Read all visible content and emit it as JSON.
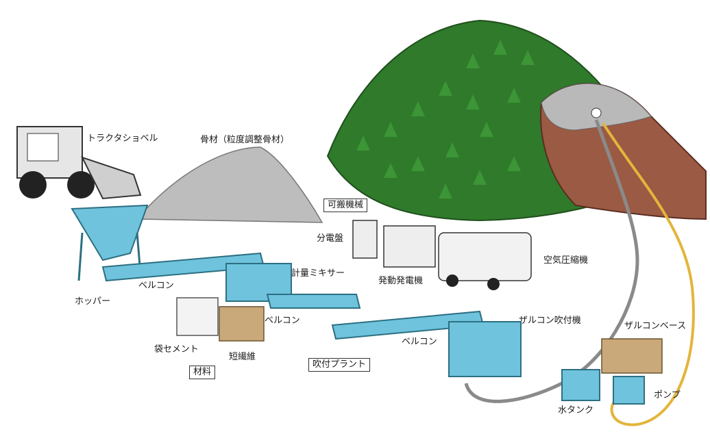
{
  "labels": {
    "tractor_shovel": "トラクタショベル",
    "aggregate": "骨材（粒度調整骨材）",
    "portable_machinery": "可搬機械",
    "distribution_board": "分電盤",
    "air_compressor": "空気圧縮機",
    "measuring_mixer": "計量ミキサー",
    "generator": "発動発電機",
    "hopper": "ホッパー",
    "belt_conveyor_1": "ベルコン",
    "belt_conveyor_2": "ベルコン",
    "belt_conveyor_3": "ベルコン",
    "bagged_cement": "袋セメント",
    "short_fiber": "短繊維",
    "materials": "材料",
    "spraying_plant": "吹付プラント",
    "zarcon_sprayer": "ザルコン吹付機",
    "zarcon_base": "ザルコンベース",
    "water_tank": "水タンク",
    "pump": "ポンプ"
  },
  "colors": {
    "forest_green": "#2f7a2b",
    "slope_brown": "#9b5a43",
    "sprayed_gray": "#b9b9b9",
    "machine_blue": "#6fc3dc",
    "hose_yellow": "#e3b53c",
    "hose_gray": "#8a8a8a",
    "aggregate_gray": "#bdbdbd",
    "bag_tan": "#c9a879"
  }
}
